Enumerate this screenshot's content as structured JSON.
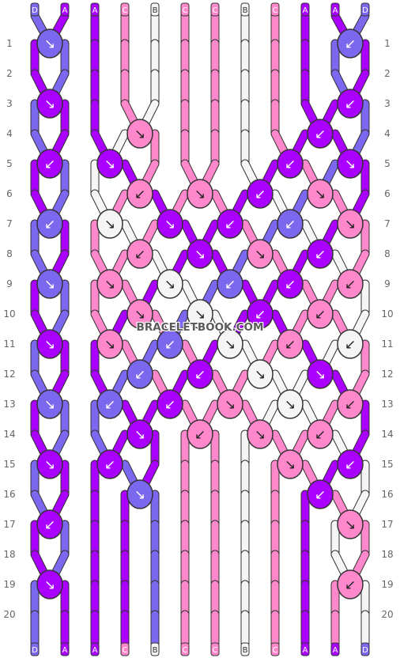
{
  "strings": [
    "D",
    "A",
    "A",
    "C",
    "B",
    "C",
    "C",
    "B",
    "C",
    "A",
    "A",
    "D"
  ],
  "colors": {
    "D": "#7b68ee",
    "A": "#aa00ff",
    "C": "#ff88cc",
    "B": "#f5f5f5"
  },
  "rows": [
    "1",
    "2",
    "3",
    "4",
    "5",
    "6",
    "7",
    "8",
    "9",
    "10",
    "11",
    "12",
    "13",
    "14",
    "15",
    "16",
    "17",
    "18",
    "19",
    "20"
  ],
  "knot_rows": [
    [
      {
        "col": 0,
        "d": "R"
      },
      {
        "col": 5,
        "d": "L"
      }
    ],
    [],
    [
      {
        "col": 0,
        "d": "R"
      },
      {
        "col": 5,
        "d": "L"
      }
    ],
    [
      {
        "col": 1,
        "d": "R"
      },
      {
        "col": 4,
        "d": "L"
      }
    ],
    [
      {
        "col": 0,
        "d": "L"
      },
      {
        "col": 1,
        "d": "R"
      },
      {
        "col": 4,
        "d": "L"
      },
      {
        "col": 5,
        "d": "R"
      }
    ],
    [
      {
        "col": 1,
        "d": "L"
      },
      {
        "col": 2,
        "d": "R"
      },
      {
        "col": 3,
        "d": "L"
      },
      {
        "col": 4,
        "d": "R"
      }
    ],
    [
      {
        "col": 0,
        "d": "L"
      },
      {
        "col": 1,
        "d": "R"
      },
      {
        "col": 2,
        "d": "R"
      },
      {
        "col": 3,
        "d": "L"
      },
      {
        "col": 4,
        "d": "L"
      },
      {
        "col": 5,
        "d": "R"
      }
    ],
    [
      {
        "col": 1,
        "d": "L"
      },
      {
        "col": 2,
        "d": "R"
      },
      {
        "col": 3,
        "d": "R"
      },
      {
        "col": 4,
        "d": "L"
      },
      {
        "col": 5,
        "d": "R"
      }
    ],
    [
      {
        "col": 0,
        "d": "R"
      },
      {
        "col": 1,
        "d": "R"
      },
      {
        "col": 2,
        "d": "R"
      },
      {
        "col": 3,
        "d": "L"
      },
      {
        "col": 4,
        "d": "L"
      },
      {
        "col": 5,
        "d": "L"
      }
    ],
    [
      {
        "col": 1,
        "d": "R"
      },
      {
        "col": 2,
        "d": "R"
      },
      {
        "col": 3,
        "d": "L"
      },
      {
        "col": 4,
        "d": "L"
      }
    ],
    [
      {
        "col": 0,
        "d": "R"
      },
      {
        "col": 1,
        "d": "R"
      },
      {
        "col": 2,
        "d": "L"
      },
      {
        "col": 3,
        "d": "R"
      },
      {
        "col": 4,
        "d": "L"
      },
      {
        "col": 5,
        "d": "L"
      }
    ],
    [
      {
        "col": 1,
        "d": "L"
      },
      {
        "col": 2,
        "d": "L"
      },
      {
        "col": 3,
        "d": "R"
      },
      {
        "col": 4,
        "d": "R"
      },
      {
        "col": 5,
        "d": "R"
      }
    ],
    [
      {
        "col": 0,
        "d": "R"
      },
      {
        "col": 1,
        "d": "L"
      },
      {
        "col": 2,
        "d": "L"
      },
      {
        "col": 3,
        "d": "R"
      },
      {
        "col": 4,
        "d": "R"
      },
      {
        "col": 5,
        "d": "L"
      }
    ],
    [
      {
        "col": 1,
        "d": "R"
      },
      {
        "col": 2,
        "d": "L"
      },
      {
        "col": 3,
        "d": "R"
      },
      {
        "col": 4,
        "d": "L"
      }
    ],
    [
      {
        "col": 0,
        "d": "R"
      },
      {
        "col": 1,
        "d": "L"
      },
      {
        "col": 4,
        "d": "R"
      },
      {
        "col": 5,
        "d": "L"
      }
    ],
    [
      {
        "col": 1,
        "d": "R"
      },
      {
        "col": 4,
        "d": "L"
      }
    ],
    [
      {
        "col": 0,
        "d": "L"
      },
      {
        "col": 5,
        "d": "R"
      }
    ],
    [],
    [
      {
        "col": 0,
        "d": "R"
      },
      {
        "col": 5,
        "d": "L"
      }
    ],
    []
  ],
  "watermark": "BRACELETBOOK.COM"
}
